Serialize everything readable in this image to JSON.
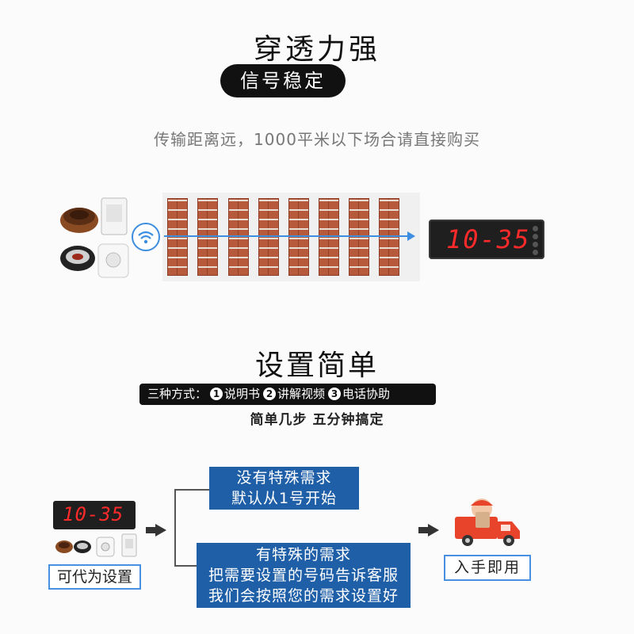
{
  "section1": {
    "title": "穿透力强",
    "pill": "信号稳定",
    "description": "传输距离远，1000平米以下场合请直接购买",
    "display_number": "10-35"
  },
  "section2": {
    "title": "设置简单",
    "methods_prefix": "三种方式：",
    "methods": [
      {
        "num": "1",
        "label": "说明书"
      },
      {
        "num": "2",
        "label": "讲解视频"
      },
      {
        "num": "3",
        "label": "电话协助"
      }
    ],
    "subtitle": "简单几步  五分钟搞定"
  },
  "section3": {
    "display_number": "10-35",
    "left_label": "可代为设置",
    "box1_lines": [
      "没有特殊需求",
      "默认从1号开始"
    ],
    "box2_lines": [
      "有特殊的需求",
      "把需要设置的号码告诉客服",
      "我们会按照您的需求设置好"
    ],
    "right_label": "入手即用"
  },
  "colors": {
    "accent_blue": "#1f5fa8",
    "border_blue": "#4a90e2",
    "led_red": "#ff2a2a",
    "brick": "#b75a3c"
  }
}
